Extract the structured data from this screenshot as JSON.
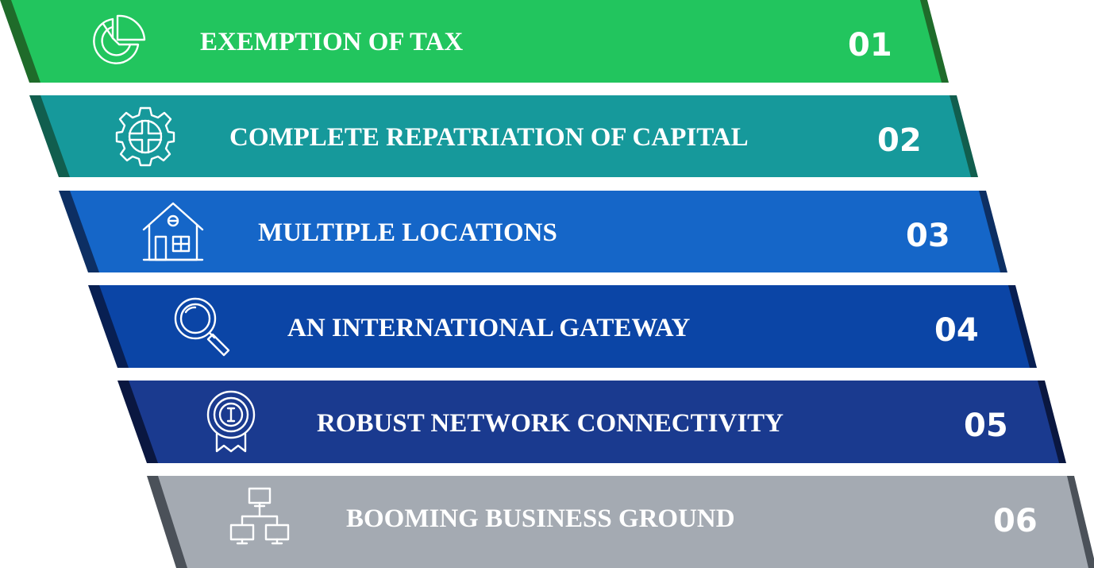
{
  "bands": [
    {
      "label": "EXEMPTION OF TAX",
      "number": "01",
      "icon": "pie-chart-icon",
      "color": "#22c55e",
      "edge": "#1f6b2a"
    },
    {
      "label": "COMPLETE REPATRIATION OF CAPITAL",
      "number": "02",
      "icon": "gear-icon",
      "color": "#16999b",
      "edge": "#115e4e"
    },
    {
      "label": "MULTIPLE LOCATIONS",
      "number": "03",
      "icon": "house-icon",
      "color": "#1566c8",
      "edge": "#0d2f63"
    },
    {
      "label": "AN INTERNATIONAL GATEWAY",
      "number": "04",
      "icon": "magnifier-icon",
      "color": "#0b45a6",
      "edge": "#081f52"
    },
    {
      "label": "ROBUST NETWORK CONNECTIVITY",
      "number": "05",
      "icon": "award-badge-icon",
      "color": "#1a3a8f",
      "edge": "#0a1740"
    },
    {
      "label": "BOOMING BUSINESS GROUND",
      "number": "06",
      "icon": "network-icon",
      "color": "#a4aab2",
      "edge": "#4b5159"
    }
  ]
}
